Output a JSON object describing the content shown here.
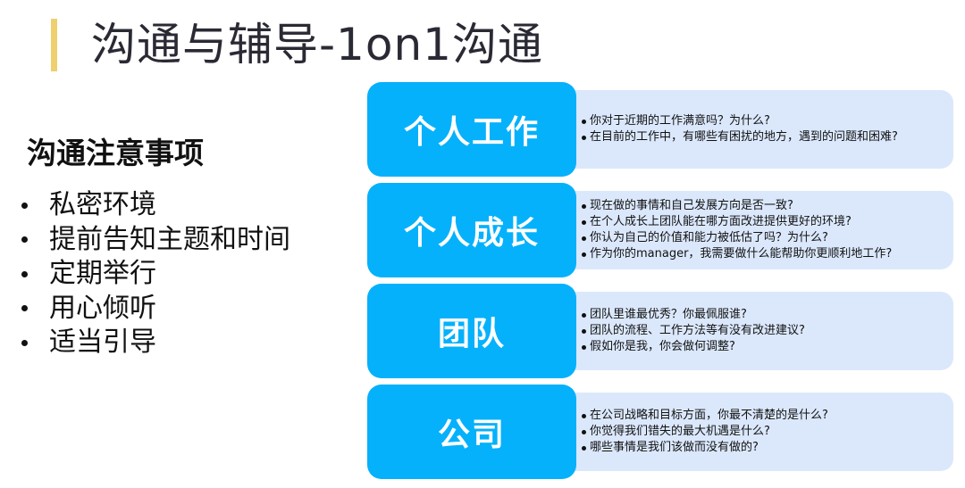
{
  "title": "沟通与辅导-1on1沟通",
  "colors": {
    "accent_bar": "#efcf6e",
    "category_blue": "#05b1fb",
    "panel_bg": "#dbe8fc"
  },
  "notes": {
    "heading": "沟通注意事项",
    "items": [
      "私密环境",
      "提前告知主题和时间",
      "定期举行",
      "用心倾听",
      "适当引导"
    ]
  },
  "categories": [
    {
      "label": "个人工作",
      "questions": [
        "你对于近期的工作满意吗？为什么?",
        "在目前的工作中，有哪些有困扰的地方，遇到的问题和困难?"
      ]
    },
    {
      "label": "个人成长",
      "questions": [
        "现在做的事情和自己发展方向是否一致?",
        "在个人成长上团队能在哪方面改进提供更好的环境?",
        "你认为自己的价值和能力被低估了吗？为什么?",
        "作为你的manager，我需要做什么能帮助你更顺利地工作?"
      ]
    },
    {
      "label": "团队",
      "questions": [
        "团队里谁最优秀？你最佩服谁?",
        "团队的流程、工作方法等有没有改进建议?",
        "假如你是我，你会做何调整?"
      ]
    },
    {
      "label": "公司",
      "questions": [
        "在公司战略和目标方面，你最不清楚的是什么?",
        "你觉得我们错失的最大机遇是什么?",
        "哪些事情是我们该做而没有做的?"
      ]
    }
  ]
}
